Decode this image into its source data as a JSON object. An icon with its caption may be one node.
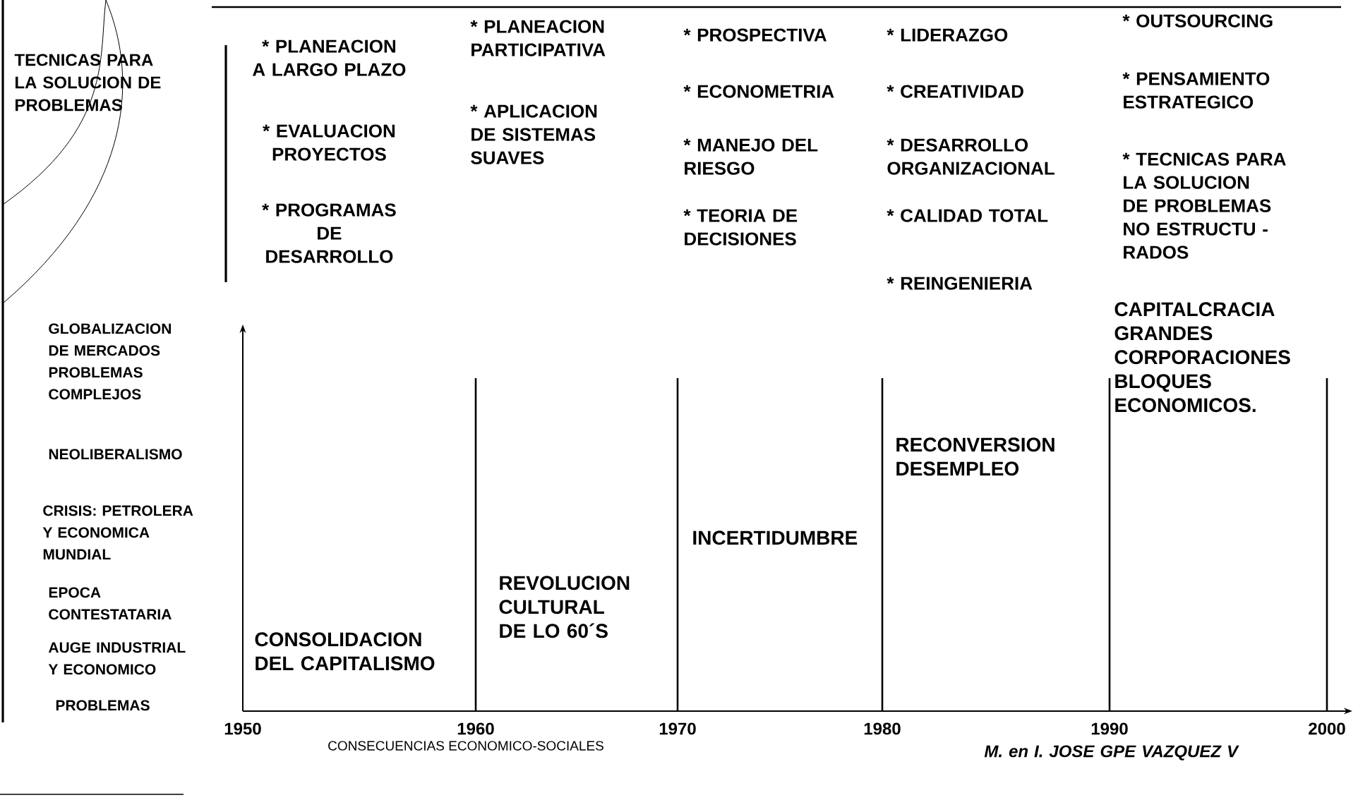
{
  "diagram": {
    "labels": [
      "TECNICAS PARA LA SOLUCION DE PROBLEMAS",
      "* PLANEACION A LARGO PLAZO",
      "* PLANEACION PARTICIPATIVA",
      "* PROSPECTIVA",
      "* LIDERAZGO",
      "* OUTSOURCING",
      "* EVALUACION PROYECTOS",
      "* APLICACION DE SISTEMAS SUAVES",
      "* ECONOMETRIA",
      "* CREATIVIDAD",
      "* PENSAMIENTO ESTRATEGICO",
      "* PROGRAMAS DE DESARROLLO",
      "* MANEJO DEL RIESGO",
      "* DESARROLLO ORGANIZACIONAL",
      "* TECNICAS PARA LA SOLUCION DE PROBLEMAS NO ESTRUCTU - RADOS",
      "* TEORIA DE DECISIONES",
      "* CALIDAD TOTAL",
      "* REINGENIERIA",
      "GLOBALIZACION DE MERCADOS PROBLEMAS COMPLEJOS",
      "CAPITALCRACIA GRANDES CORPORACIONES BLOQUES ECONOMICOS.",
      "NEOLIBERALISMO",
      "RECONVERSION DESEMPLEO",
      "CRISIS: PETROLERA Y ECONOMICA MUNDIAL",
      "INCERTIDUMBRE",
      "EPOCA CONTESTATARIA",
      "REVOLUCION CULTURAL DE LO 60´S",
      "AUGE INDUSTRIAL Y ECONOMICO",
      "CONSOLIDACION DEL CAPITALISMO",
      "PROBLEMAS",
      "1950",
      "1960",
      "1970",
      "1980",
      "1990",
      "2000",
      "CONSECUENCIAS ECONOMICO-SOCIALES",
      "M. en I. JOSE GPE VAZQUEZ V"
    ]
  }
}
